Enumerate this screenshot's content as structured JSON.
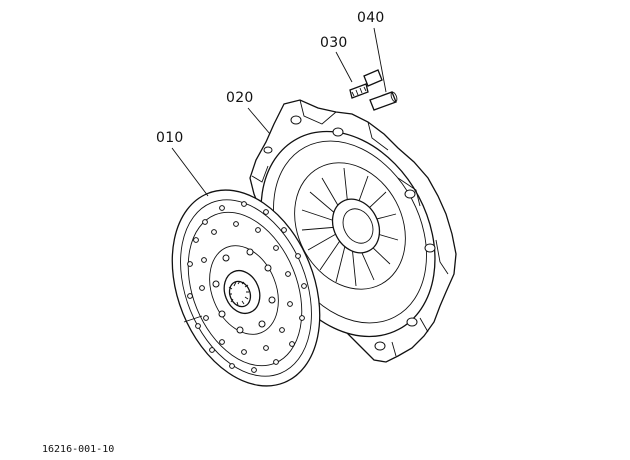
{
  "callouts": [
    {
      "id": "010",
      "label": "010"
    },
    {
      "id": "020",
      "label": "020"
    },
    {
      "id": "030",
      "label": "030"
    },
    {
      "id": "040",
      "label": "040"
    }
  ],
  "drawing_code": "16216-001-10"
}
